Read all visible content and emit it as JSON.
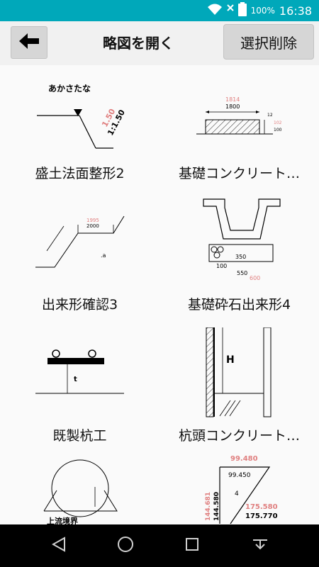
{
  "status": {
    "battery_percent": "100%",
    "time": "16:38",
    "icons": [
      "wifi-icon",
      "no-signal-icon",
      "battery-icon"
    ]
  },
  "header": {
    "title": "略図を開く",
    "delete_label": "選択削除",
    "back_icon": "arrow-left-icon"
  },
  "tiles": [
    {
      "label": "盛土法面整形2",
      "diagram": {
        "header_text": "あかさたな",
        "red_text": "1.50",
        "black_text": "1:1.50"
      }
    },
    {
      "label": "基礎コンクリート…",
      "diagram": {
        "red_top": "1814",
        "black_top": "1800",
        "side_black_1": "12",
        "side_red": "102",
        "side_black_2": "100"
      }
    },
    {
      "label": "出来形確認3",
      "diagram": {
        "red_value": "1995",
        "black_value": "2000",
        "small_text": ".a"
      }
    },
    {
      "label": "基礎砕石出来形4",
      "diagram": {
        "value_1": "350",
        "value_2": "100",
        "value_3": "550",
        "red_value": "600"
      }
    },
    {
      "label": "既製杭工",
      "diagram": {
        "text": "t"
      }
    },
    {
      "label": "杭頭コンクリート…",
      "diagram": {
        "text": "H"
      }
    },
    {
      "label": "",
      "diagram": {
        "partial_text": "上流境界"
      }
    },
    {
      "label": "",
      "diagram": {
        "red_top": "99.480",
        "black_top": "99.450",
        "center": "4",
        "left_red": "144.681",
        "left_black": "144.580",
        "right_red": "175.580",
        "right_black": "175.770"
      }
    }
  ],
  "navbar": {
    "icons": [
      "back-triangle-icon",
      "home-circle-icon",
      "recents-square-icon",
      "keyboard-hide-icon"
    ]
  }
}
